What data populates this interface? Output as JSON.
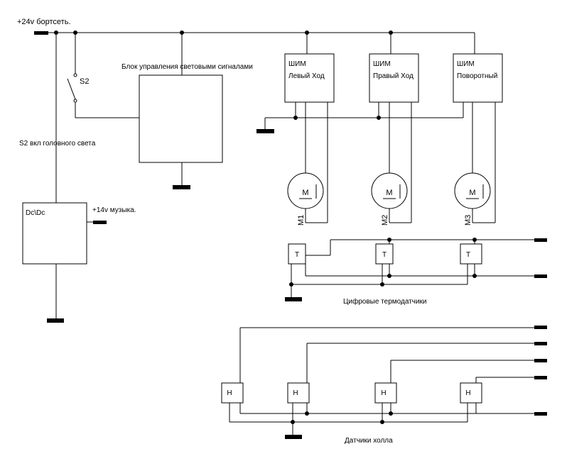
{
  "supply_label": "+24v бортсеть.",
  "switch_label": "S2",
  "switch_note": "S2 вкл головного света",
  "light_block_label": "Блок управления световыми сигналами",
  "dcdc_label": "Dc\\Dc",
  "music_label": "+14v музыка.",
  "pwm": [
    {
      "line1": "ШИМ",
      "line2": "Левый Ход"
    },
    {
      "line1": "ШИМ",
      "line2": "Правый Ход"
    },
    {
      "line1": "ШИМ",
      "line2": "Поворотный"
    }
  ],
  "motors": [
    "M1",
    "M2",
    "M3"
  ],
  "motor_symbol": "M",
  "thermo_sensor_label": "T",
  "thermo_caption": "Цифровые термодатчики",
  "hall_sensor_label": "H",
  "hall_caption": "Датчики холла"
}
